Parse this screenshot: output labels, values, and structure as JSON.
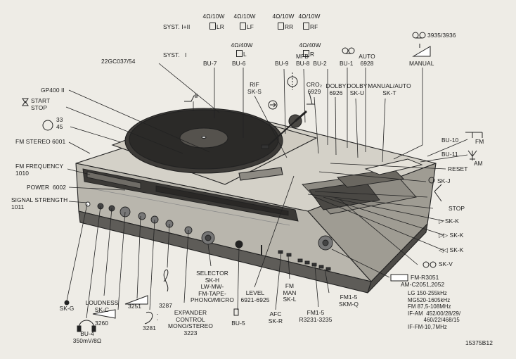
{
  "labels": {
    "syst_12": "SYST. I+II",
    "syst_1": "SYST.   I",
    "spk_lr_top": "4Ω/10W",
    "spk_lr": "LR",
    "spk_lf_top": "4Ω/10W",
    "spk_lf": "LF",
    "spk_rr_top": "4Ω/10W",
    "spk_rr": "RR",
    "spk_rf_top": "4Ω/10W",
    "spk_rf": "RF",
    "spk_l_top": "4Ω/40W",
    "spk_l": "L",
    "spk_r_top": "4Ω/40W",
    "spk_r": "R",
    "tape_code": "3935/3936",
    "manual": "MANUAL",
    "model_code": "22GC037/54",
    "bu7": "BU-7",
    "bu6": "BU-6",
    "bu9": "BU-9",
    "bu8_mfb": "MFB\nBU-8  BU-2",
    "bu1": "BU-1",
    "auto": "AUTO\n6928",
    "rif": "RIF\nSK-S",
    "cro2": "CRO₂\n6929",
    "dolby_6926": "DOLBY\n6926",
    "dolby_sku": "DOLBY\nSK-U",
    "manual_auto": "MANUAL/AUTO\nSK-T",
    "gp400": "GP400 II",
    "start_stop": "START\nSTOP",
    "speed": "33\n45",
    "fm_stereo": "FM STEREO 6001",
    "fm_frequency": "FM FREQUENCY\n1010",
    "power": "POWER  6002",
    "signal_strength": "SIGNAL STRENGTH\n1011",
    "bu10": "BU-10",
    "bu11": "BU-11",
    "fm": "FM",
    "am": "AM",
    "reset": "RESET",
    "skj": "SK-J",
    "stop": "STOP",
    "skk1": "SK-K",
    "skk2": "SK-K",
    "skk3": "SK-K",
    "skv": "SK-V",
    "fm_r3051": "FM-R3051",
    "am_c2051": "AM-C2051,2052",
    "freq_table": "LG 150-255kHz\nMG520-1605kHz\nFM 87,5-108MHz\nIF-AM  452/00/28/29/\n          460/22/468/15\nIF-FM-10,7MHz",
    "skg": "SK-G",
    "loudness": "LOUDNESS\nSK-C",
    "v3251": "3251",
    "v3260": "3260",
    "v3281": "3281",
    "v3287": "3287",
    "bu4": "BU-4\n350mV/8Ω",
    "expander": "EXPANDER\nCONTROL\nMONO/STEREO\n3223",
    "selector": "SELECTOR\nSK-H\nLW-MW-\nFM-TAPE-\nPHONO/MICRO",
    "bu5": "BU-5",
    "level": "LEVEL\n6921-6925",
    "fm_man": "FM\nMAN\nSK-L",
    "afc": "AFC\nSK-R",
    "fm15_r": "FM1-5\nR3231-3235",
    "fm15_skm": "FM1-5\nSKM-Q",
    "ref": "15375B12"
  }
}
